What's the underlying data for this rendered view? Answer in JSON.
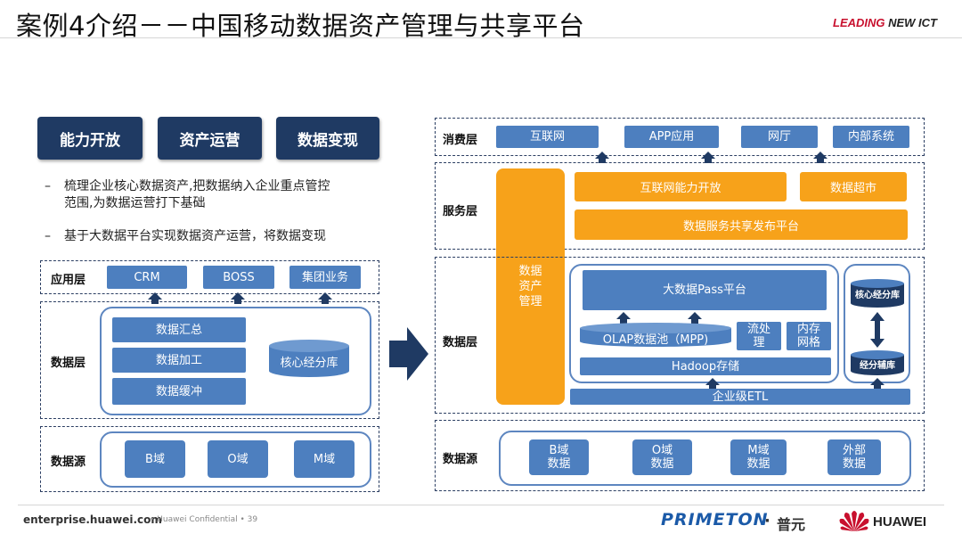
{
  "header": {
    "title": "案例4介绍－－中国移动数据资产管理与共享平台",
    "brand_red": "LEADING",
    "brand_dark": " NEW ICT"
  },
  "left": {
    "pills": [
      "能力开放",
      "资产运营",
      "数据变现"
    ],
    "bullets": [
      {
        "dash": "–",
        "line1": "梳理企业核心数据资产,把数据纳入企业重点管控",
        "line2": "范围,为数据运营打下基础"
      },
      {
        "dash": "–",
        "line1": "基于大数据平台实现数据资产运营，将数据变现",
        "line2": ""
      }
    ],
    "app_layer": {
      "label": "应用层",
      "items": [
        "CRM",
        "BOSS",
        "集团业务"
      ]
    },
    "data_layer": {
      "label": "数据层",
      "items": [
        "数据汇总",
        "数据加工",
        "数据缓冲"
      ],
      "db": "核心经分库"
    },
    "source_layer": {
      "label": "数据源",
      "items": [
        "B域",
        "O域",
        "M域"
      ]
    }
  },
  "right": {
    "consume_layer": {
      "label": "消费层",
      "items": [
        "互联网",
        "APP应用",
        "网厅",
        "内部系统"
      ]
    },
    "service_layer": {
      "label": "服务层",
      "open": "互联网能力开放",
      "market": "数据超市",
      "platform": "数据服务共享发布平台"
    },
    "asset_mgmt": {
      "l1": "数据",
      "l2": "资产",
      "l3": "管理"
    },
    "data_layer": {
      "label": "数据层",
      "pass": "大数据Pass平台",
      "olap": "OLAP数据池（MPP)",
      "stream": {
        "l1": "流处",
        "l2": "理"
      },
      "memgrid": {
        "l1": "内存",
        "l2": "网格"
      },
      "hadoop": "Hadoop存储",
      "etl": "企业级ETL",
      "core_db": "核心经分库",
      "aux_db": "经分辅库"
    },
    "source_layer": {
      "label": "数据源",
      "items": [
        {
          "l1": "B域",
          "l2": "数据"
        },
        {
          "l1": "O域",
          "l2": "数据"
        },
        {
          "l1": "M域",
          "l2": "数据"
        },
        {
          "l1": "外部",
          "l2": "数据"
        }
      ]
    }
  },
  "footer": {
    "url": "enterprise.huawei.com",
    "confidential": "•  Huawei Confidential  •  39",
    "primeton": "PRIMETON",
    "dot": "·",
    "puyuan": "普元",
    "huawei": "HUAWEI"
  },
  "colors": {
    "navy": "#1f3a63",
    "blue": "#4d7fbf",
    "orange": "#f7a21a",
    "red": "#c8102e"
  }
}
